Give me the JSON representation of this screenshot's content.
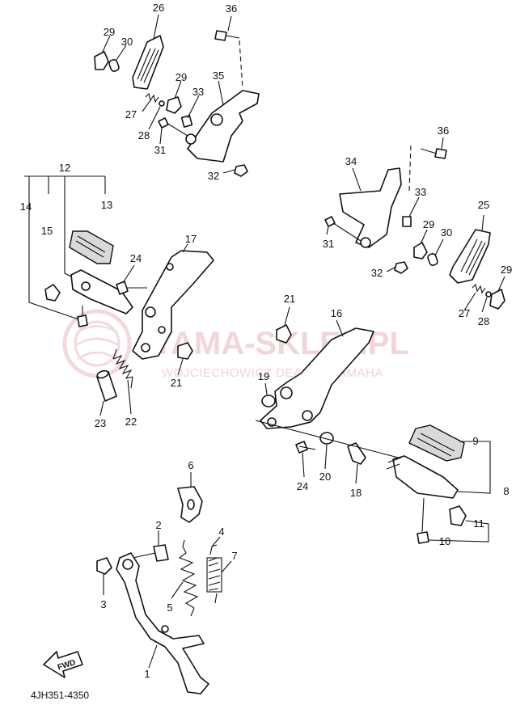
{
  "diagram_code": "4JH351-4350",
  "watermark": {
    "main": "YAMA-SKLEP.PL",
    "sub": "WOJCIECHOWICZ DEALER YAMAHA"
  },
  "fwd_label": "FWD",
  "colors": {
    "ink": "#111111",
    "watermark": "#e8b4b8"
  },
  "callouts": {
    "n1": "1",
    "n2": "2",
    "n3": "3",
    "n4": "4",
    "n5": "5",
    "n6": "6",
    "n7": "7",
    "n8": "8",
    "n9": "9",
    "n10": "10",
    "n11": "11",
    "n12": "12",
    "n13": "13",
    "n14": "14",
    "n15": "15",
    "n16": "16",
    "n17": "17",
    "n18": "18",
    "n19": "19",
    "n20": "20",
    "n21a": "21",
    "n21b": "21",
    "n22": "22",
    "n23": "23",
    "n24a": "24",
    "n24b": "24",
    "n25": "25",
    "n26": "26",
    "n27a": "27",
    "n27b": "27",
    "n28a": "28",
    "n28b": "28",
    "n29a": "29",
    "n29b": "29",
    "n29c": "29",
    "n29d": "29",
    "n30a": "30",
    "n30b": "30",
    "n31a": "31",
    "n31b": "31",
    "n32a": "32",
    "n32b": "32",
    "n33a": "33",
    "n33b": "33",
    "n34": "34",
    "n35": "35",
    "n36a": "36",
    "n36b": "36"
  }
}
